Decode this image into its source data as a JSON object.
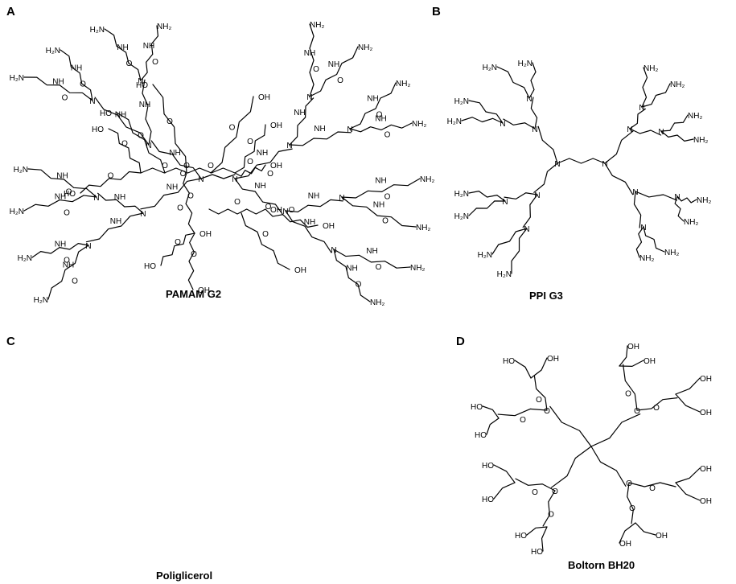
{
  "panels": [
    {
      "letter": "A",
      "caption": "PAMAM G2"
    },
    {
      "letter": "B",
      "caption": "PPI G3"
    },
    {
      "letter": "C",
      "caption": "Poliglicerol"
    },
    {
      "letter": "D",
      "caption": "Boltorn BH20"
    }
  ],
  "atoms": {
    "amine": "NH",
    "amine_terminal": "NH₂",
    "amine_terminal_prefix": "H₂N",
    "nitrogen": "N",
    "oxygen": "O",
    "hydroxyl": "OH",
    "hydroxyl_prefix": "HO"
  }
}
